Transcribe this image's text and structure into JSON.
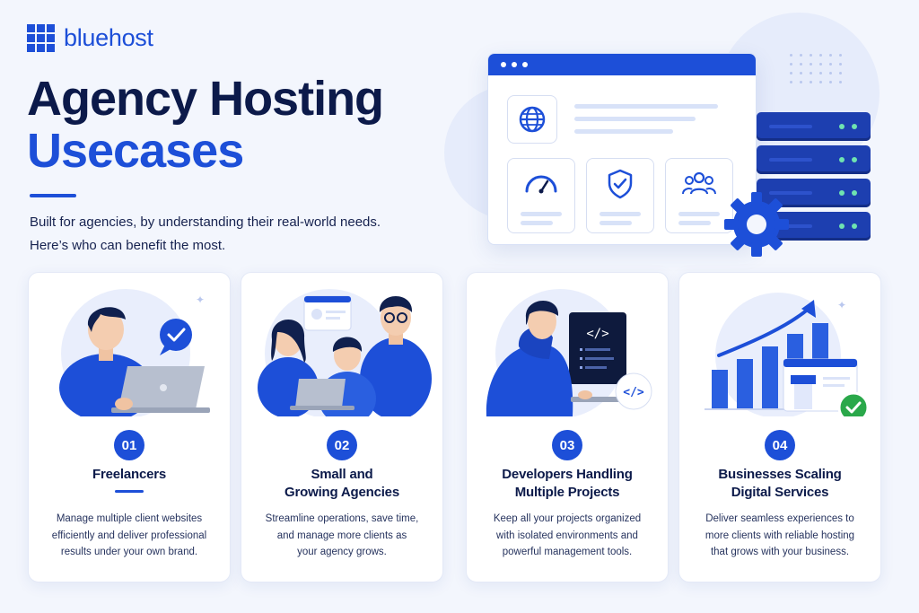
{
  "brand": {
    "name": "bluehost",
    "color": "#1d4fd8"
  },
  "header": {
    "title_line1": "Agency Hosting",
    "title_line2": "Usecases",
    "subtitle_line1": "Built for agencies, by understanding their real-world needs.",
    "subtitle_line2": "Here’s who can benefit the most."
  },
  "hero": {
    "icons": [
      "globe-icon",
      "speedometer-icon",
      "shield-check-icon",
      "users-icon",
      "gear-icon",
      "server-icon"
    ]
  },
  "cards": [
    {
      "number": "01",
      "title_lines": [
        "Freelancers"
      ],
      "description_lines": [
        "Manage multiple client websites",
        "efficiently and deliver professional",
        "results under your own brand."
      ],
      "icon": "freelancer-laptop-illustration"
    },
    {
      "number": "02",
      "title_lines": [
        "Small and",
        "Growing Agencies"
      ],
      "description_lines": [
        "Streamline operations, save time,",
        "and manage more clients as",
        "your agency grows."
      ],
      "icon": "team-illustration"
    },
    {
      "number": "03",
      "title_lines": [
        "Developers Handling",
        "Multiple Projects"
      ],
      "description_lines": [
        "Keep all your projects organized",
        "with isolated environments and",
        "powerful management tools."
      ],
      "icon": "developer-code-illustration"
    },
    {
      "number": "04",
      "title_lines": [
        "Businesses Scaling",
        "Digital Services"
      ],
      "description_lines": [
        "Deliver seamless experiences to",
        "more clients with reliable hosting",
        "that grows with your business."
      ],
      "icon": "growth-chart-illustration"
    }
  ],
  "colors": {
    "primary": "#1d4fd8",
    "dark": "#0c1a4a",
    "accent_green": "#2aa84a",
    "background": "#f3f6fd"
  }
}
